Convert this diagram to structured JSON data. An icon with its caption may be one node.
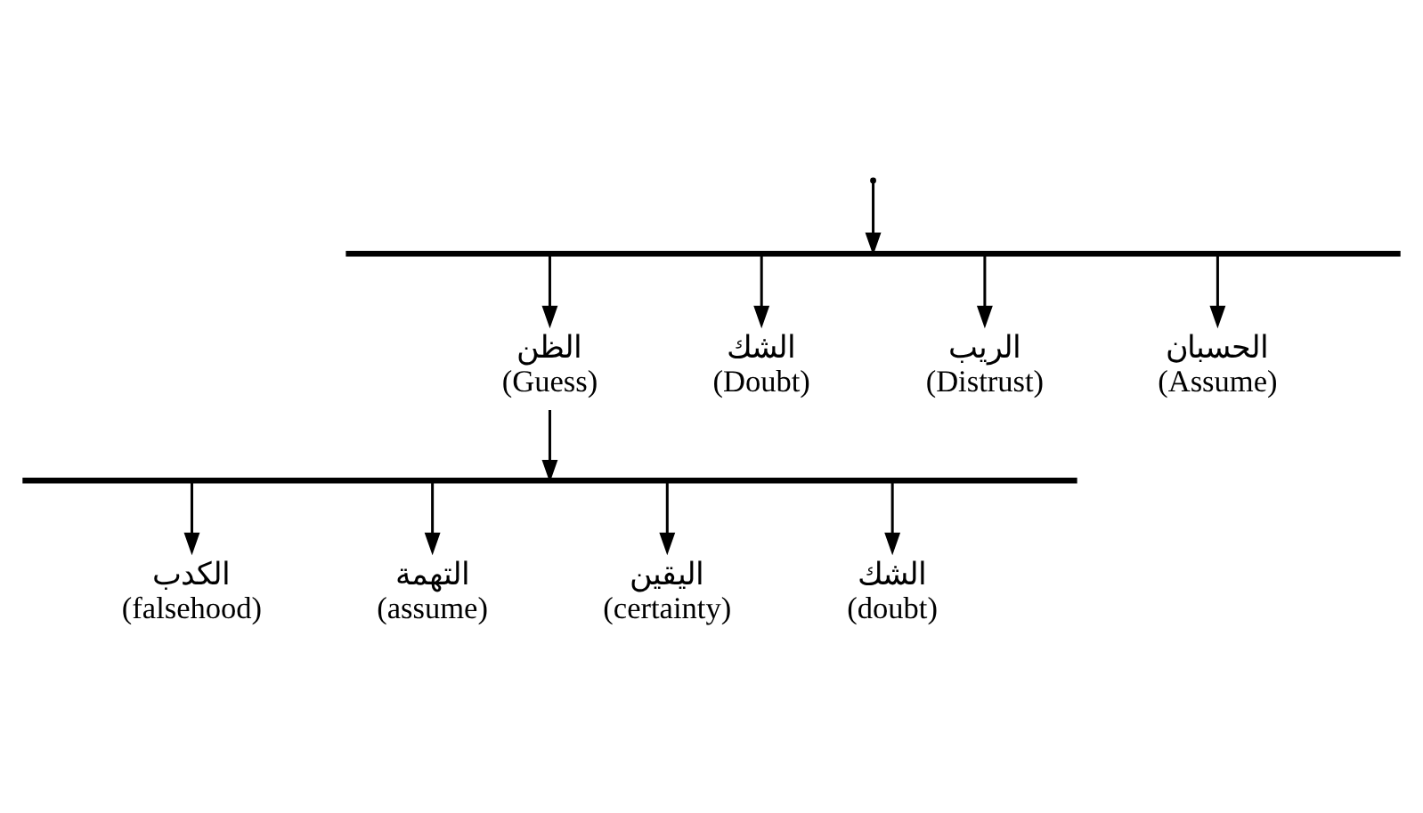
{
  "diagram": {
    "nodes": [
      {
        "text": [],
        "shape": "bar"
      },
      {
        "text": [
          "الظن",
          "(Guess)"
        ]
      },
      {
        "text": [
          "الشك",
          "(Doubt)"
        ]
      },
      {
        "text": [
          "الريب",
          "(Distrust)"
        ]
      },
      {
        "text": [
          "الحسبان",
          "(Assume)"
        ]
      },
      {
        "text": [],
        "shape": "bar"
      },
      {
        "text": [
          "الكدب",
          "(falsehood)"
        ]
      },
      {
        "text": [
          "التهمة",
          "(assume)"
        ]
      },
      {
        "text": [
          "اليقين",
          "(certainty)"
        ]
      },
      {
        "text": [
          "الشك",
          "(doubt)"
        ]
      }
    ],
    "edges": [
      {
        "from": null,
        "to": 0,
        "arrow": "to"
      },
      {
        "from": 0,
        "to": 1,
        "arrow": "to"
      },
      {
        "from": 0,
        "to": 2,
        "arrow": "to"
      },
      {
        "from": 0,
        "to": 3,
        "arrow": "to"
      },
      {
        "from": 0,
        "to": 4,
        "arrow": "to"
      },
      {
        "from": 1,
        "to": 5,
        "arrow": "to"
      },
      {
        "from": 5,
        "to": 6,
        "arrow": "to"
      },
      {
        "from": 5,
        "to": 7,
        "arrow": "to"
      },
      {
        "from": 5,
        "to": 8,
        "arrow": "to"
      },
      {
        "from": 5,
        "to": 9,
        "arrow": "to"
      }
    ]
  }
}
